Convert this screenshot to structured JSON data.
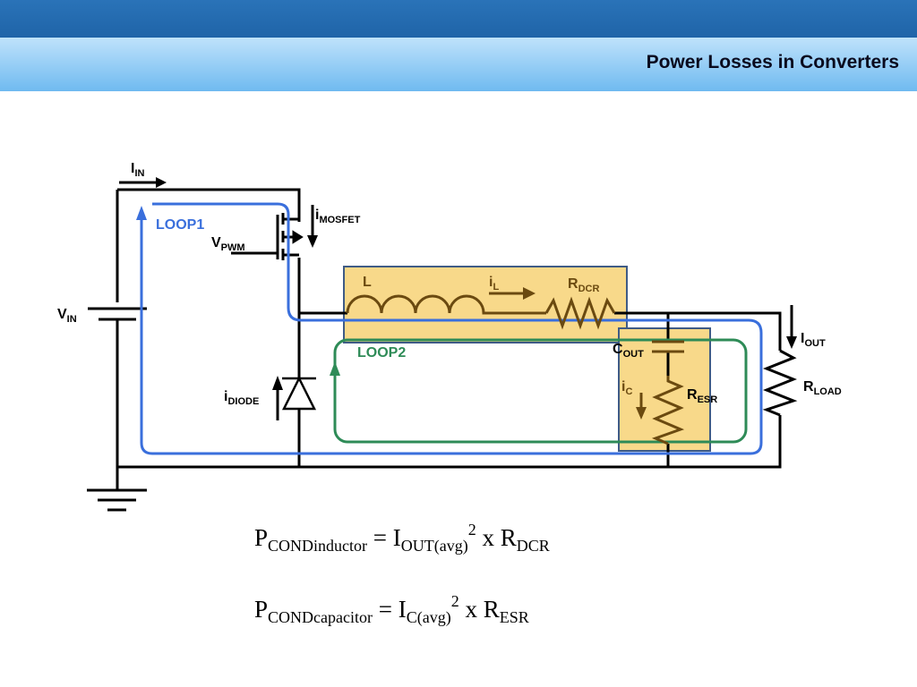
{
  "slide": {
    "title": "Power Losses in Converters"
  },
  "diagram": {
    "labels": {
      "i_in": {
        "main": "I",
        "sub": "IN"
      },
      "loop1": "LOOP1",
      "i_mosfet": {
        "main": "i",
        "sub": "MOSFET"
      },
      "v_pwm": {
        "main": "V",
        "sub": "PWM"
      },
      "v_in": {
        "main": "V",
        "sub": "IN"
      },
      "inductor": "L",
      "i_l": {
        "main": "i",
        "sub": "L"
      },
      "r_dcr": {
        "main": "R",
        "sub": "DCR"
      },
      "loop2": "LOOP2",
      "c_out": {
        "main": "C",
        "sub": "OUT"
      },
      "i_out": {
        "main": "I",
        "sub": "OUT"
      },
      "i_c": {
        "main": "i",
        "sub": "C"
      },
      "r_esr": {
        "main": "R",
        "sub": "ESR"
      },
      "r_load": {
        "main": "R",
        "sub": "LOAD"
      },
      "i_diode": {
        "main": "i",
        "sub": "DIODE"
      }
    },
    "colors": {
      "wire": "#000000",
      "loop1": "#3a6fdc",
      "loop2": "#2e8b57",
      "component": "#6b4a10",
      "highlight_fill": "#f8d98a",
      "highlight_border": "#3f5b86"
    }
  },
  "equations": [
    {
      "p": "P",
      "p_sub": "CONDinductor",
      "eq": " = ",
      "i": "I",
      "i_sub": "OUT(avg)",
      "pow": "2",
      "x": " x ",
      "r": "R",
      "r_sub": "DCR"
    },
    {
      "p": "P",
      "p_sub": "CONDcapacitor",
      "eq": " = ",
      "i": "I",
      "i_sub": "C(avg)",
      "pow": "2",
      "x": " x ",
      "r": "R",
      "r_sub": "ESR"
    }
  ]
}
